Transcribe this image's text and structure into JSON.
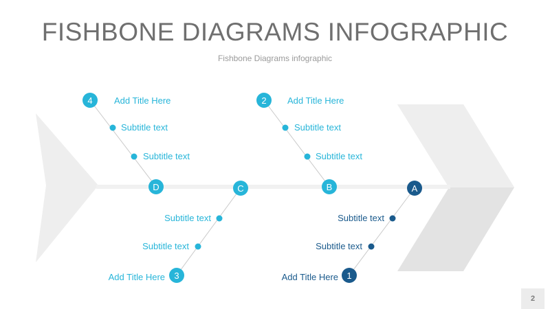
{
  "title": "FISHBONE DIAGRAMS INFOGRAPHIC",
  "subtitle": "Fishbone Diagrams infographic",
  "page_number": "2",
  "colors": {
    "cyan": "#27b5d9",
    "navy": "#1a5a8c",
    "shape_light": "#eeeeee",
    "shape_mid": "#e2e2e2",
    "spine": "#f1f1f1",
    "bone_line": "#c9c9c9"
  },
  "nodes": {
    "a": "A",
    "b": "B",
    "c": "C",
    "d": "D"
  },
  "branches": {
    "one": {
      "number": "1",
      "title": "Add Title Here",
      "sub1": "Subtitle text",
      "sub2": "Subtitle text"
    },
    "two": {
      "number": "2",
      "title": "Add Title Here",
      "sub1": "Subtitle text",
      "sub2": "Subtitle text"
    },
    "three": {
      "number": "3",
      "title": "Add Title Here",
      "sub1": "Subtitle text",
      "sub2": "Subtitle text"
    },
    "four": {
      "number": "4",
      "title": "Add Title Here",
      "sub1": "Subtitle text",
      "sub2": "Subtitle text"
    }
  }
}
